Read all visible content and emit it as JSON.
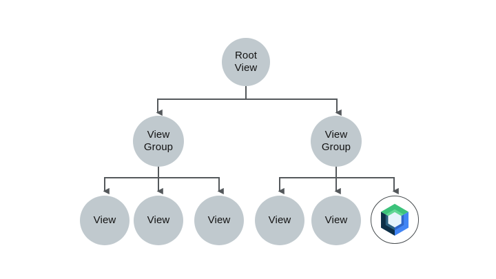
{
  "diagram": {
    "description": "View hierarchy tree: a Root View containing two View Groups; the left group holds three Views, the right group holds two Views and a Jetpack Compose component",
    "nodes": {
      "root": {
        "label": "Root\nView"
      },
      "group_left": {
        "label": "View\nGroup"
      },
      "group_right": {
        "label": "View\nGroup"
      },
      "view_left_1": {
        "label": "View"
      },
      "view_left_2": {
        "label": "View"
      },
      "view_left_3": {
        "label": "View"
      },
      "view_right_1": {
        "label": "View"
      },
      "view_right_2": {
        "label": "View"
      }
    },
    "icons": {
      "compose": "jetpack-compose-logo"
    },
    "colors": {
      "background": "#FFFFFF",
      "node_fill": "#C0C9CE",
      "node_text": "#121212",
      "connector": "#54585B",
      "compose_ring": "#454A4D",
      "compose_green": "#3CC27B",
      "compose_green_light": "#62D795",
      "compose_blue": "#4285F4",
      "compose_blue_dark": "#2E66C9",
      "compose_navy": "#0C2F47",
      "compose_navy_light": "#2A5F7E",
      "compose_center": "#E6F4FB"
    }
  }
}
